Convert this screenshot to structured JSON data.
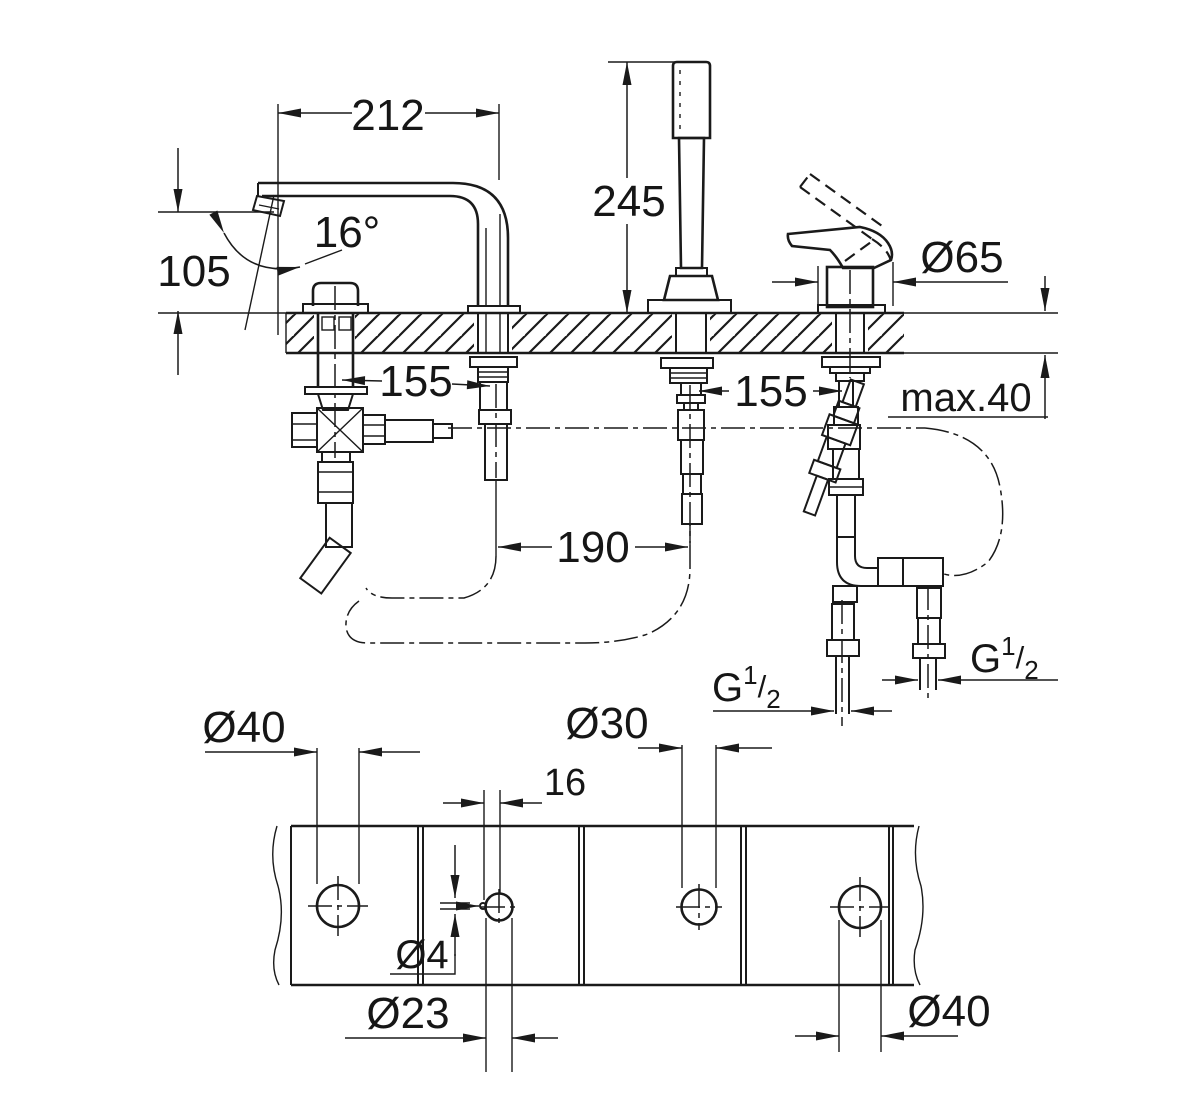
{
  "drawing": {
    "kind": "installation technical drawing",
    "views": [
      "side section view",
      "deck plan view"
    ],
    "colors": {
      "line": "#1a1a1a",
      "background": "#ffffff"
    }
  },
  "side_view": {
    "spout_reach": "212",
    "handshower_height": "245",
    "spout_outlet_height": "105",
    "spout_angle": "16°",
    "handle_diameter": "Ø65",
    "spacing_diverter_spout": "155",
    "spacing_shower_mixer": "155",
    "deck_thickness": "max.40",
    "hose_spacing": "190",
    "thread_left": {
      "prefix": "G",
      "numerator": "1",
      "slash": "/",
      "denominator": "2"
    },
    "thread_right": {
      "prefix": "G",
      "numerator": "1",
      "slash": "/",
      "denominator": "2"
    }
  },
  "plan_view": {
    "hole_left": "Ø40",
    "hole_shower": "Ø30",
    "pin_offset": "16",
    "pin_diameter": "Ø4",
    "hole_spout": "Ø23",
    "hole_right": "Ø40"
  }
}
